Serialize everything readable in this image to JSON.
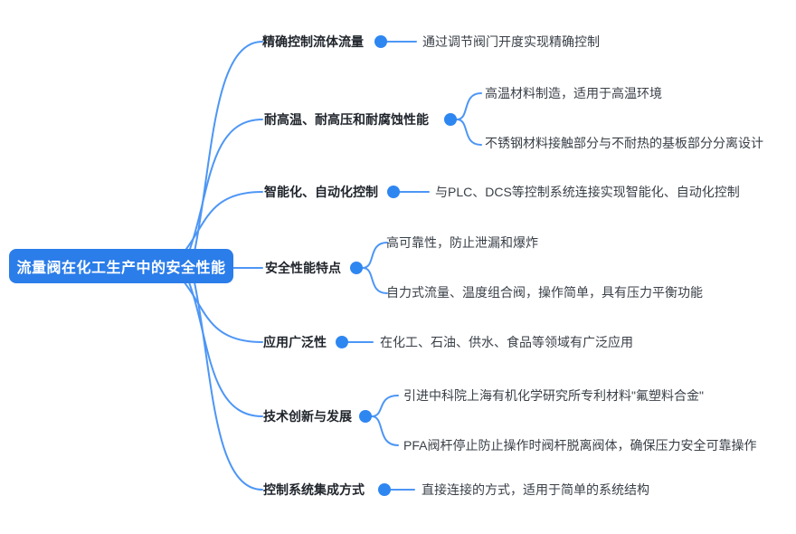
{
  "root": {
    "label": "流量阀在化工生产中的安全性能"
  },
  "colors": {
    "node_bg": "#2B7DE9",
    "node_text": "#FFFFFF",
    "connector_line": "#4D96F5",
    "collapse_dot": "#2E86F1",
    "branch_text": "#1F242B",
    "child_text": "#3A4048",
    "background": "#FFFFFF"
  },
  "branches": [
    {
      "label": "精确控制流体流量",
      "children": [
        {
          "text": "通过调节阀门开度实现精确控制"
        }
      ]
    },
    {
      "label": "耐高温、耐高压和耐腐蚀性能",
      "children": [
        {
          "text": "高温材料制造，适用于高温环境"
        },
        {
          "text": "不锈钢材料接触部分与不耐热的基板部分分离设计"
        }
      ]
    },
    {
      "label": "智能化、自动化控制",
      "children": [
        {
          "text": "与PLC、DCS等控制系统连接实现智能化、自动化控制"
        }
      ]
    },
    {
      "label": "安全性能特点",
      "children": [
        {
          "text": "高可靠性，防止泄漏和爆炸"
        },
        {
          "text": "自力式流量、温度组合阀，操作简单，具有压力平衡功能"
        }
      ]
    },
    {
      "label": "应用广泛性",
      "children": [
        {
          "text": "在化工、石油、供水、食品等领域有广泛应用"
        }
      ]
    },
    {
      "label": "技术创新与发展",
      "children": [
        {
          "text": "引进中科院上海有机化学研究所专利材料\"氟塑料合金\""
        },
        {
          "text": "PFA阀杆停止防止操作时阀杆脱离阀体，确保压力安全可靠操作"
        }
      ]
    },
    {
      "label": "控制系统集成方式",
      "children": [
        {
          "text": "直接连接的方式，适用于简单的系统结构"
        }
      ]
    }
  ]
}
